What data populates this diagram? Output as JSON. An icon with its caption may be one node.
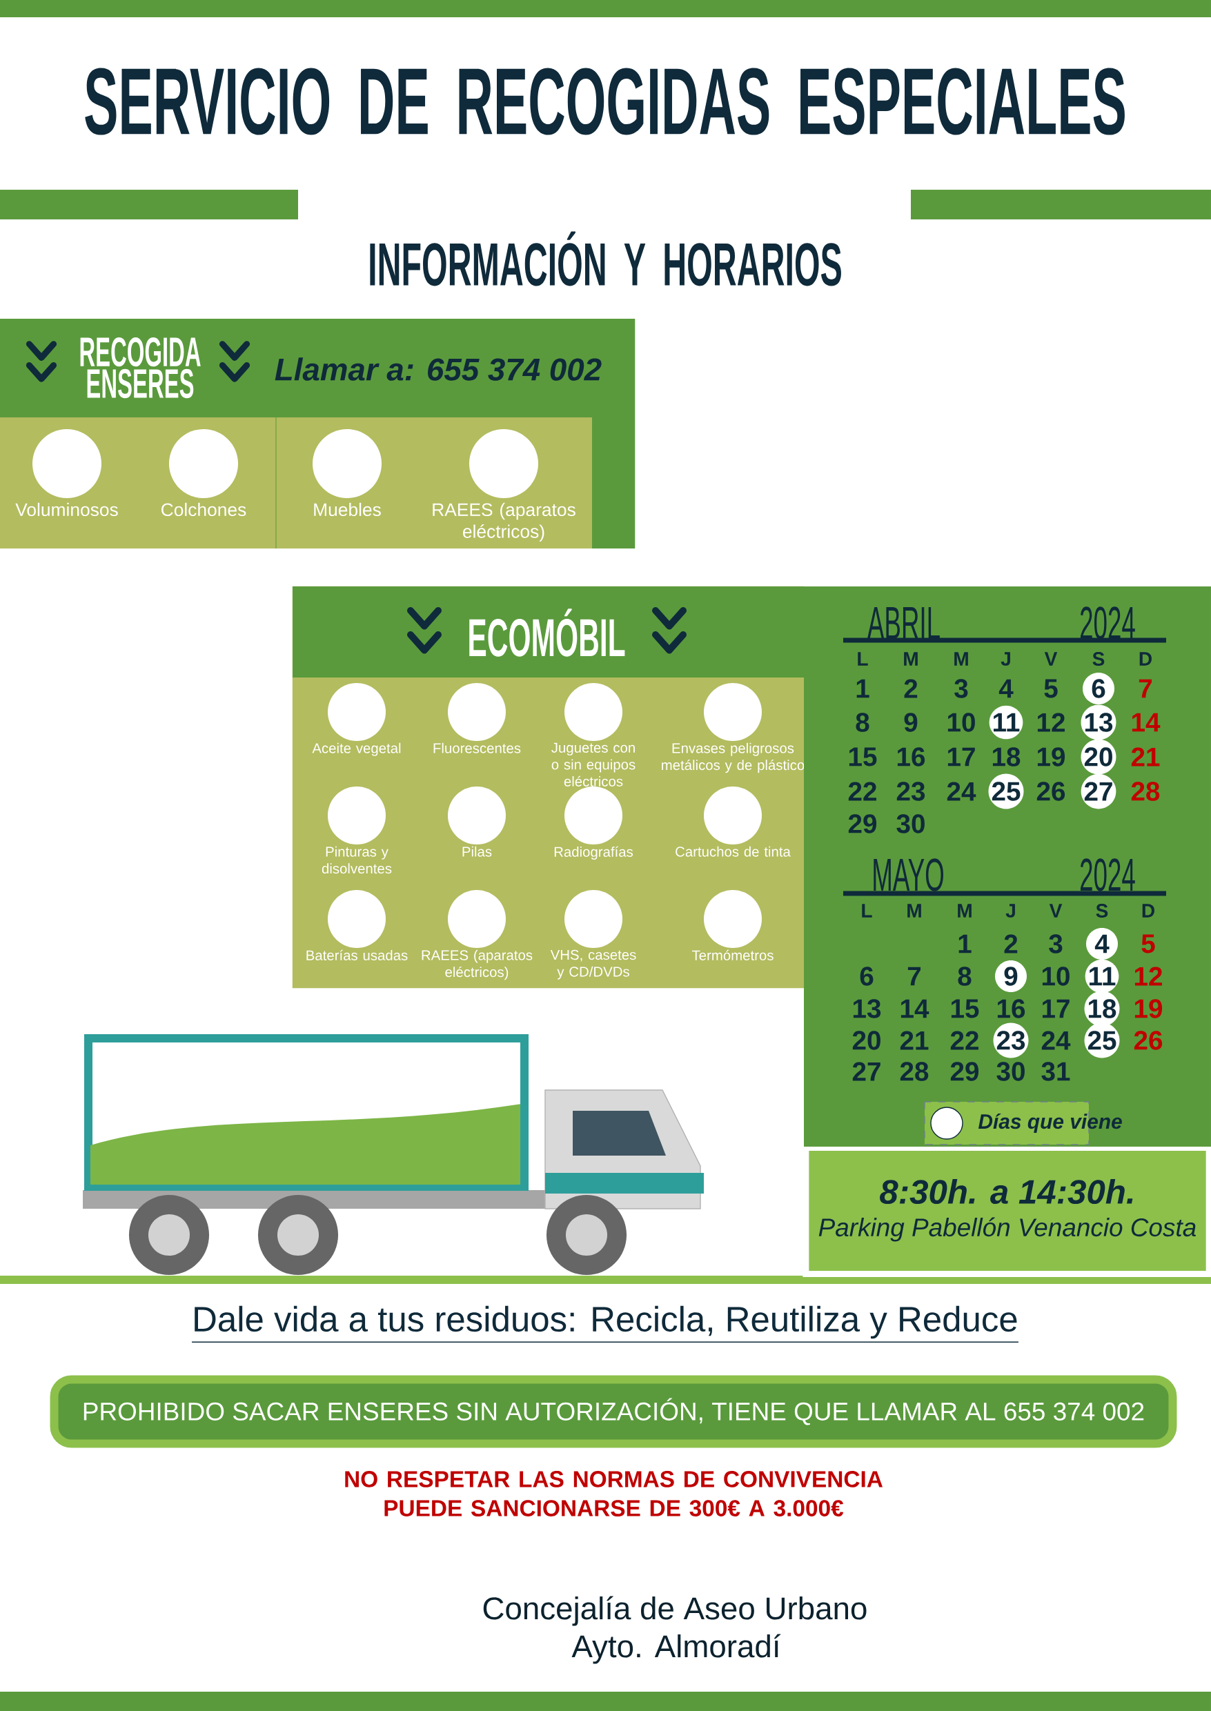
{
  "diagram": {
    "title": "SERVICIO DE RECOGIDAS ESPECIALES",
    "nodes": [
      {
        "text": [
          "RECOGIDA ENSERES",
          "Llamar a: 655 374 002"
        ]
      },
      {
        "text": [
          "Voluminosos"
        ],
        "in": 0
      },
      {
        "text": [
          "Colchones"
        ],
        "in": 0
      },
      {
        "text": [
          "Muebles"
        ],
        "in": 0
      },
      {
        "text": [
          "RAEES (aparatos eléctricos)"
        ],
        "in": 0
      },
      {
        "text": [
          "ECOMÓBIL"
        ]
      },
      {
        "text": [
          "Aceite vegetal"
        ],
        "in": 5
      },
      {
        "text": [
          "Fluorescentes"
        ],
        "in": 5
      },
      {
        "text": [
          "Juguetes con o sin equipos eléctricos"
        ],
        "in": 5
      },
      {
        "text": [
          "Envases peligrosos metálicos y de plástico"
        ],
        "in": 5
      },
      {
        "text": [
          "Pinturas y disolventes"
        ],
        "in": 5
      },
      {
        "text": [
          "Pilas"
        ],
        "in": 5
      },
      {
        "text": [
          "Radiografías"
        ],
        "in": 5
      },
      {
        "text": [
          "Cartuchos de tinta"
        ],
        "in": 5
      },
      {
        "text": [
          "Baterías usadas"
        ],
        "in": 5
      },
      {
        "text": [
          "RAEES (aparatos eléctricos)"
        ],
        "in": 5
      },
      {
        "text": [
          "VHS, casetes y CD/DVDs"
        ],
        "in": 5
      },
      {
        "text": [
          "Termómetros"
        ],
        "in": 5
      },
      {
        "text": [
          "8:30h. a 14:30h.",
          "Parking Pabellón Venancio Costa"
        ]
      },
      {
        "text": [
          "PROHIBIDO SACAR ENSERES SIN AUTORIZACIÓN, TIENE QUE LLAMAR AL 655 374 002"
        ]
      }
    ],
    "labels": [
      "INFORMACIÓN Y HORARIOS",
      "ABRIL",
      "2024",
      "L",
      "M",
      "M",
      "J",
      "V",
      "S",
      "D",
      "1",
      "2",
      "3",
      "4",
      "5",
      "6",
      "7",
      "8",
      "9",
      "10",
      "11",
      "12",
      "13",
      "14",
      "15",
      "16",
      "17",
      "18",
      "19",
      "20",
      "21",
      "22",
      "23",
      "24",
      "25",
      "26",
      "27",
      "28",
      "29",
      "30",
      "MAYO",
      "2024",
      "L",
      "M",
      "M",
      "J",
      "V",
      "S",
      "D",
      "1",
      "2",
      "3",
      "4",
      "5",
      "6",
      "7",
      "8",
      "9",
      "10",
      "11",
      "12",
      "13",
      "14",
      "15",
      "16",
      "17",
      "18",
      "19",
      "20",
      "21",
      "22",
      "23",
      "24",
      "25",
      "26",
      "27",
      "28",
      "29",
      "30",
      "31",
      "Dale vida a tus residuos: Recicla, Reutiliza y Reduce",
      "NO RESPETAR LAS NORMAS DE CONVIVENCIA PUEDE SANCIONARSE DE 300€ A 3.000€",
      "Concejalía de Aseo Urbano",
      "Ayto. Almoradí"
    ],
    "legend": [
      {
        "text": "Días que viene"
      }
    ]
  }
}
